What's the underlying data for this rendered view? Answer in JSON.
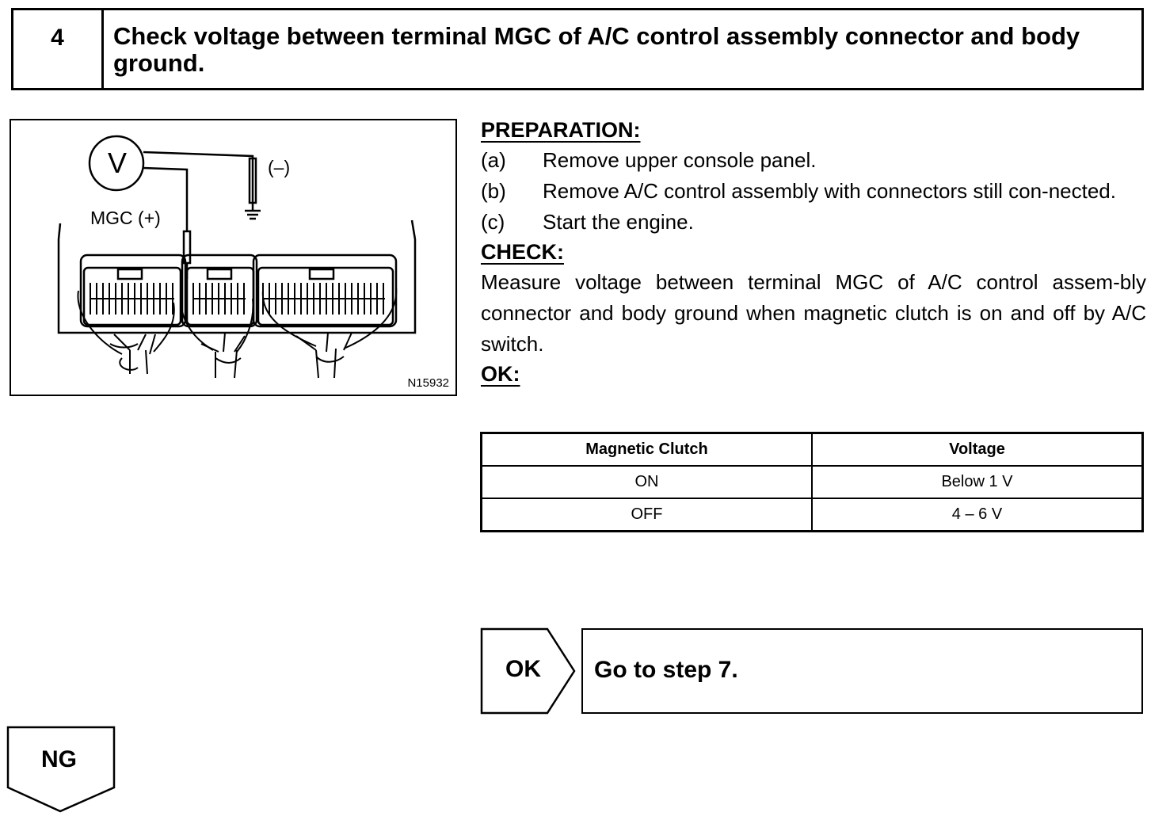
{
  "header": {
    "step_number": "4",
    "title": "Check voltage between terminal MGC of A/C control assembly connector and body ground."
  },
  "figure": {
    "voltmeter_label": "V",
    "minus_label": "(–)",
    "mgc_label": "MGC (+)",
    "figure_id": "N15932"
  },
  "preparation": {
    "heading": "PREPARATION:",
    "steps": [
      {
        "label": "(a)",
        "text": "Remove upper console panel."
      },
      {
        "label": "(b)",
        "text": "Remove A/C control assembly with connectors still con-nected."
      },
      {
        "label": "(c)",
        "text": "Start the engine."
      }
    ]
  },
  "check": {
    "heading": "CHECK:",
    "text": "Measure voltage between terminal MGC of A/C control assem-bly connector and body ground when magnetic clutch is on and off by A/C switch."
  },
  "ok_section": {
    "heading": "OK:",
    "table": {
      "headers": [
        "Magnetic Clutch",
        "Voltage"
      ],
      "rows": [
        [
          "ON",
          "Below 1 V"
        ],
        [
          "OFF",
          "4 – 6 V"
        ]
      ]
    }
  },
  "result_ok": {
    "label": "OK",
    "action": "Go to step 7."
  },
  "result_ng": {
    "label": "NG"
  }
}
